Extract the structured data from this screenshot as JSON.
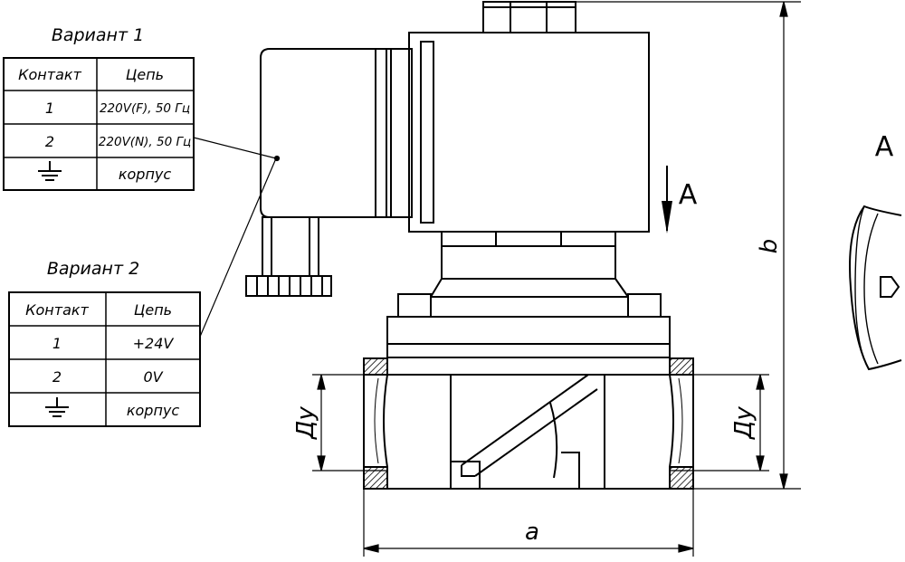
{
  "variant1": {
    "title": "Вариант 1",
    "headers": [
      "Контакт",
      "Цепь"
    ],
    "rows": [
      {
        "contact": "1",
        "circuit": "220V(F), 50 Гц"
      },
      {
        "contact": "2",
        "circuit": "220V(N), 50 Гц"
      },
      {
        "contact": "",
        "circuit": "корпус"
      }
    ]
  },
  "variant2": {
    "title": "Вариант 2",
    "headers": [
      "Контакт",
      "Цепь"
    ],
    "rows": [
      {
        "contact": "1",
        "circuit": "+24V"
      },
      {
        "contact": "2",
        "circuit": "0V"
      },
      {
        "contact": "",
        "circuit": "корпус"
      }
    ]
  },
  "labels": {
    "view_arrow": "A",
    "view_title": "A",
    "dim_height": "b",
    "dim_length": "a",
    "dim_nominal_left": "Ду",
    "dim_nominal_right": "Ду"
  },
  "icons": {
    "ground": "ground-symbol-icon"
  }
}
